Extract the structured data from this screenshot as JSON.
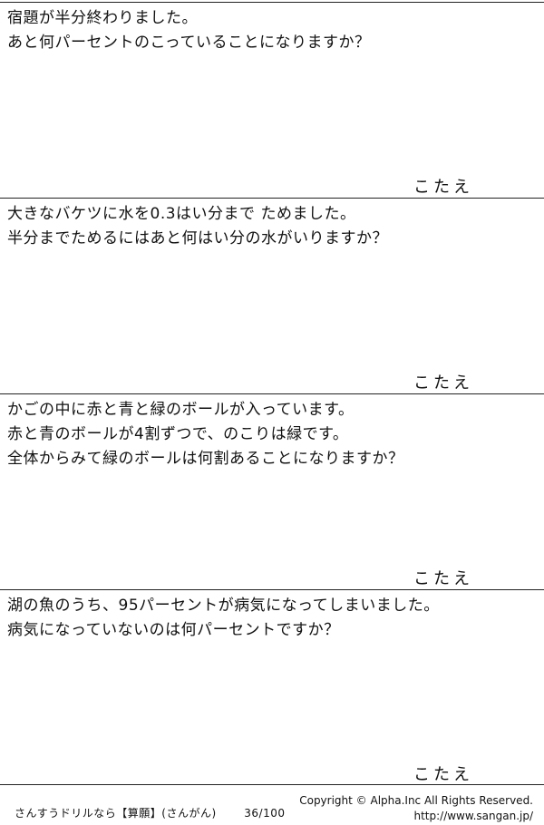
{
  "problems": [
    {
      "lines": [
        "宿題が半分終わりました。",
        "あと何パーセントのこっていることになりますか？"
      ],
      "answer_label": "こたえ"
    },
    {
      "lines": [
        "大きなバケツに水を0.3はい分まで ためました。",
        "半分までためるにはあと何はい分の水がいりますか？"
      ],
      "answer_label": "こたえ"
    },
    {
      "lines": [
        "かごの中に赤と青と緑のボールが入っています。",
        "赤と青のボールが4割ずつで、のこりは緑です。",
        "全体からみて緑のボールは何割あることになりますか？"
      ],
      "answer_label": "こたえ"
    },
    {
      "lines": [
        "湖の魚のうち、95パーセントが病気になってしまいました。",
        "病気になっていないのは何パーセントですか？"
      ],
      "answer_label": "こたえ"
    }
  ],
  "footer": {
    "series": "さんすうドリルなら【算願】(さんがん)",
    "page": "36/100",
    "copyright": "Copyright ©  Alpha.Inc All Rights Reserved.",
    "url": "http://www.sangan.jp/"
  }
}
